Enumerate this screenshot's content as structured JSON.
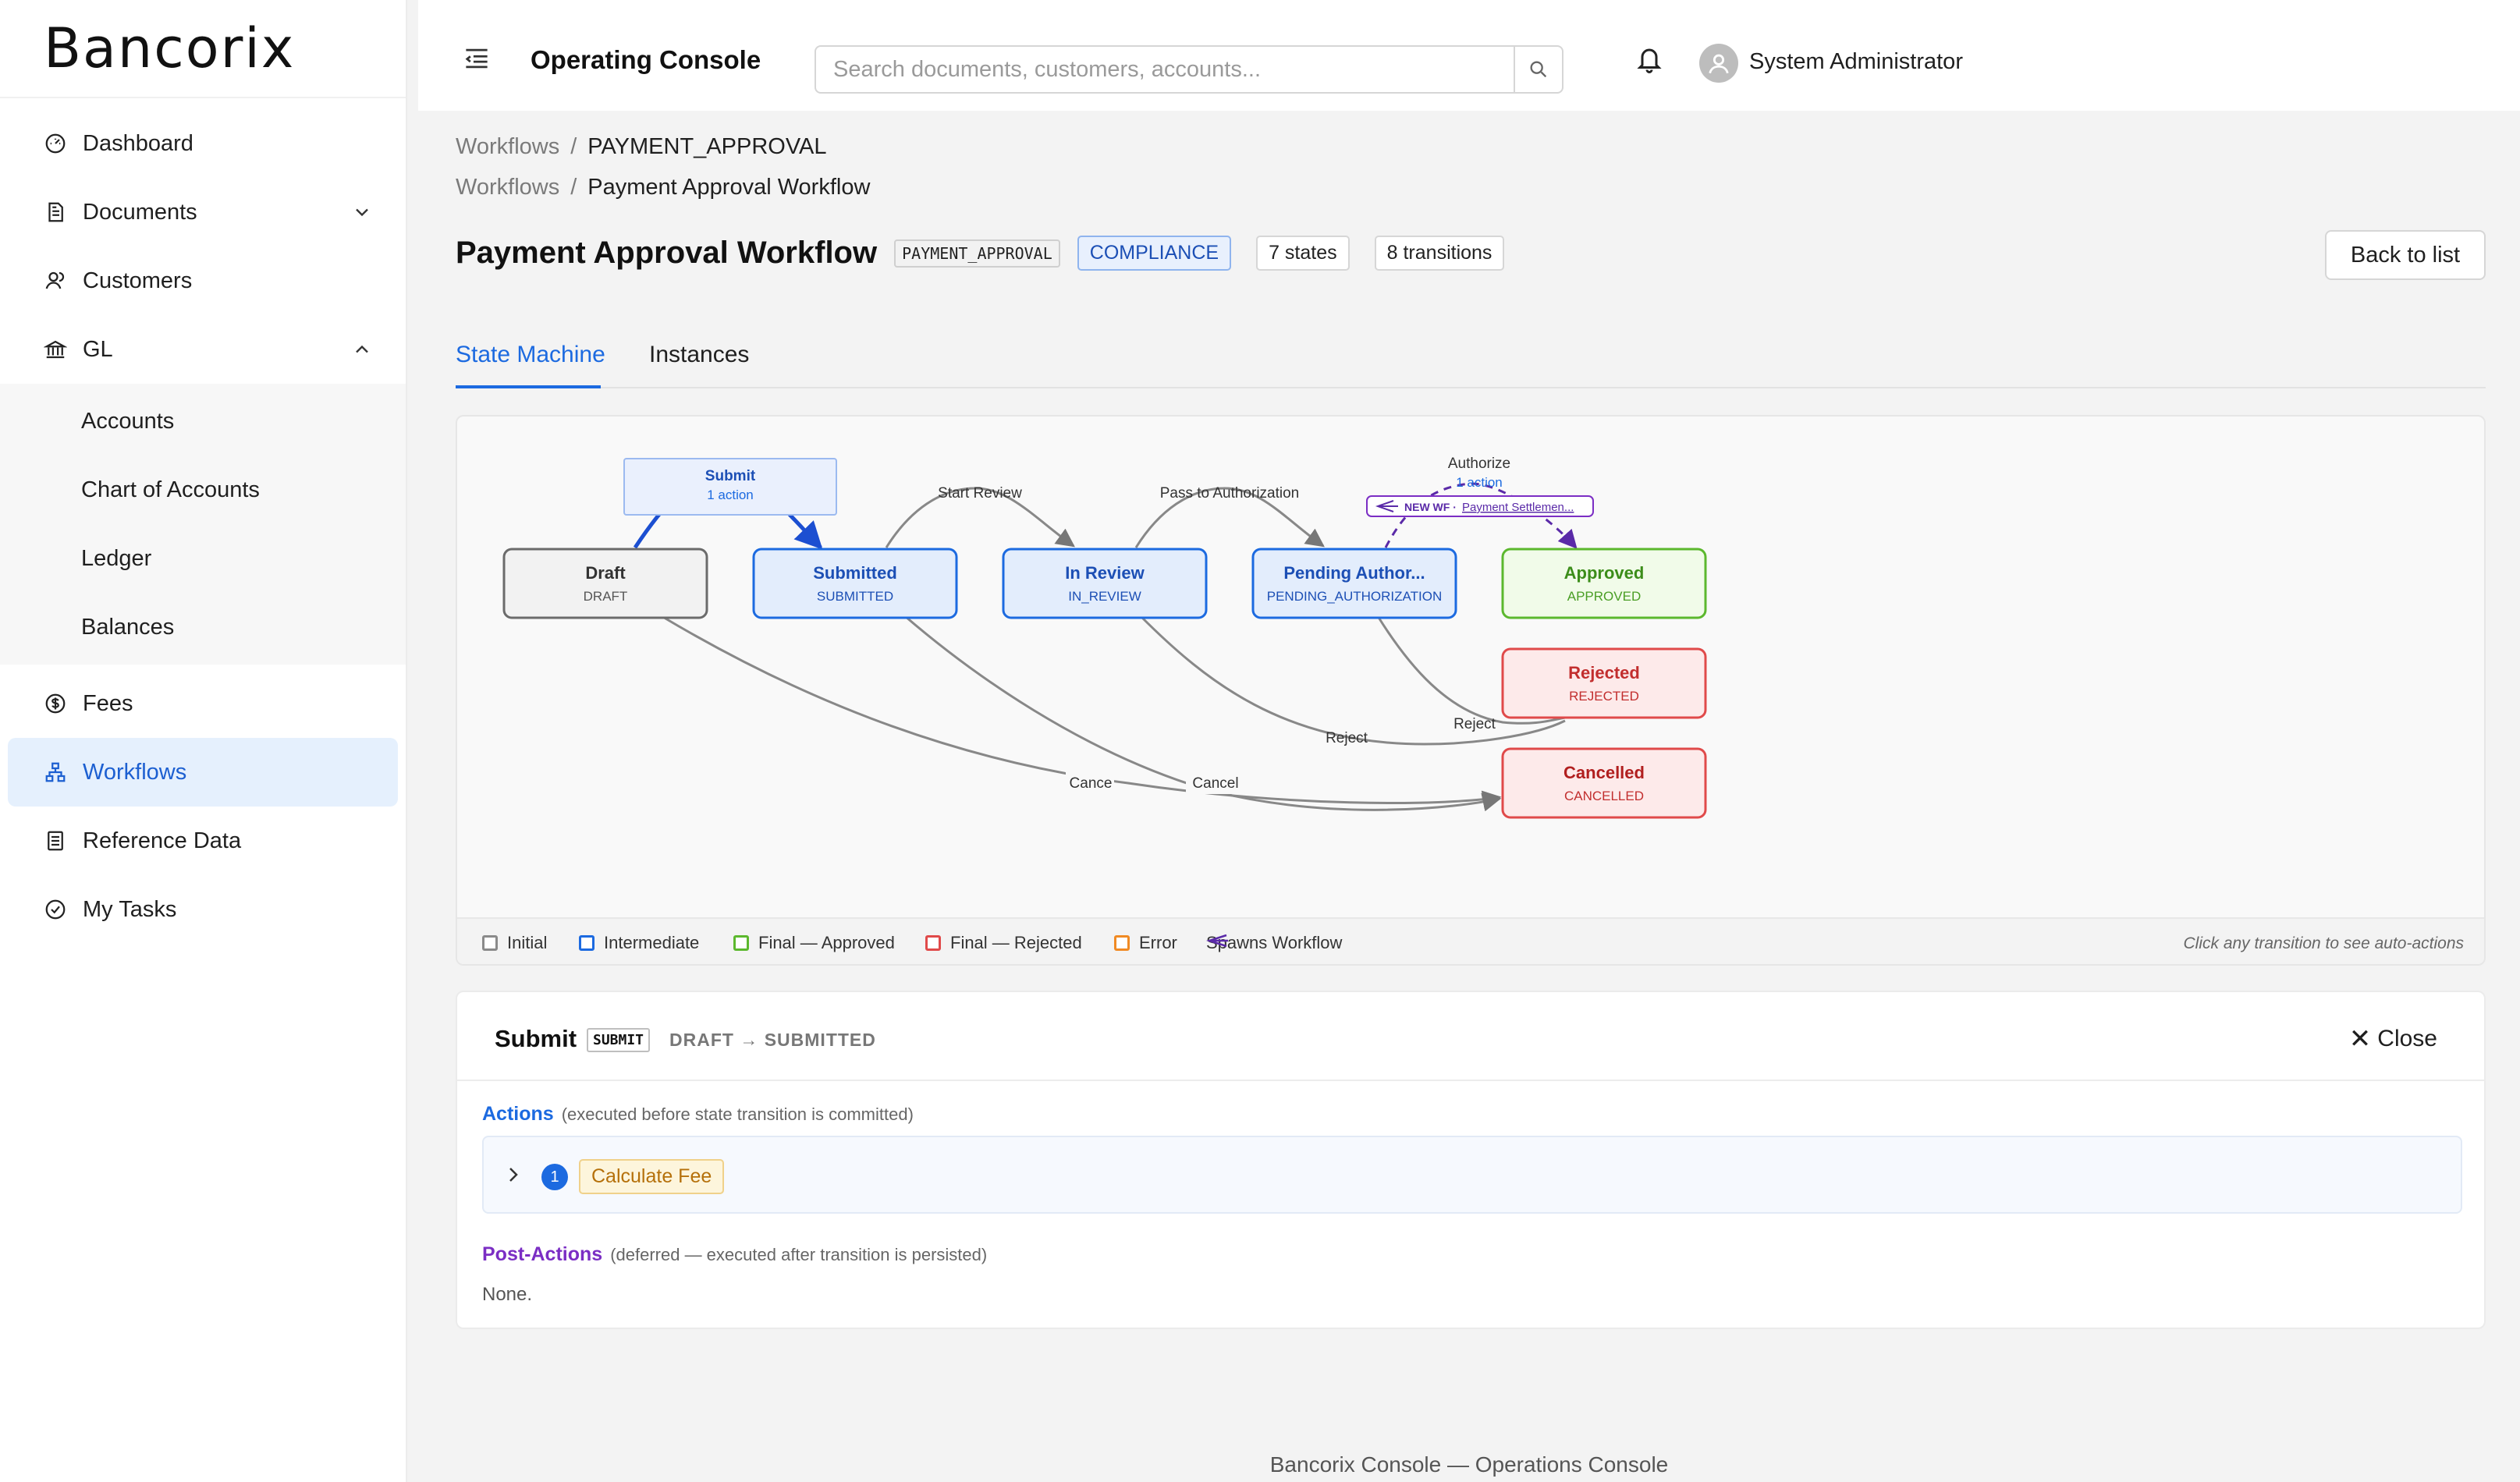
{
  "brand": "Bancorix",
  "sidebar": {
    "items": [
      {
        "label": "Dashboard"
      },
      {
        "label": "Documents"
      },
      {
        "label": "Customers"
      },
      {
        "label": "GL"
      },
      {
        "label": "Fees"
      },
      {
        "label": "Workflows"
      },
      {
        "label": "Reference Data"
      },
      {
        "label": "My Tasks"
      }
    ],
    "gl_sub": [
      "Accounts",
      "Chart of Accounts",
      "Ledger",
      "Balances"
    ]
  },
  "header": {
    "title": "Operating Console",
    "search_placeholder": "Search documents, customers, accounts...",
    "user": "System Administrator"
  },
  "breadcrumbs": [
    {
      "parent": "Workflows",
      "current": "PAYMENT_APPROVAL"
    },
    {
      "parent": "Workflows",
      "current": "Payment Approval Workflow"
    }
  ],
  "workflow": {
    "title": "Payment Approval Workflow",
    "code": "PAYMENT_APPROVAL",
    "category": "COMPLIANCE",
    "states_count": "7 states",
    "transitions_count": "8 transitions",
    "back_label": "Back to list"
  },
  "tabs": [
    "State Machine",
    "Instances"
  ],
  "diagram": {
    "states": [
      {
        "name": "Draft",
        "code": "DRAFT",
        "kind": "initial"
      },
      {
        "name": "Submitted",
        "code": "SUBMITTED",
        "kind": "intermediate"
      },
      {
        "name": "In Review",
        "code": "IN_REVIEW",
        "kind": "intermediate"
      },
      {
        "name": "Pending Author...",
        "code": "PENDING_AUTHORIZATION",
        "kind": "intermediate"
      },
      {
        "name": "Approved",
        "code": "APPROVED",
        "kind": "approved"
      },
      {
        "name": "Rejected",
        "code": "REJECTED",
        "kind": "rejected"
      },
      {
        "name": "Cancelled",
        "code": "CANCELLED",
        "kind": "cancelled"
      }
    ],
    "transitions": {
      "submit": "Submit",
      "submit_actions": "1 action",
      "start_review": "Start Review",
      "pass_auth": "Pass to Authorization",
      "authorize": "Authorize",
      "authorize_actions": "1 action",
      "spawn_prefix": "NEW WF · ",
      "spawn_link": "Payment Settlemen...",
      "reject_1": "Reject",
      "reject_2": "Reject",
      "cancel_1": "Cance",
      "cancel_2": "Cancel"
    },
    "colors": {
      "initial": "#6b6b6b",
      "intermediate": "#1c6ae0",
      "approved": "#5cb82e",
      "rejected": "#e04a4a",
      "error": "#f08a24",
      "spawn": "#7b2ec4"
    }
  },
  "legend": {
    "items": [
      "Initial",
      "Intermediate",
      "Final — Approved",
      "Final — Rejected",
      "Error",
      "Spawns Workflow"
    ],
    "hint": "Click any transition to see auto-actions"
  },
  "detail": {
    "name": "Submit",
    "code": "SUBMIT",
    "path": "DRAFT → SUBMITTED",
    "close_label": "Close",
    "actions_label": "Actions",
    "actions_note": "(executed before state transition is committed)",
    "action_index": "1",
    "action_name": "Calculate Fee",
    "post_label": "Post-Actions",
    "post_note": "(deferred — executed after transition is persisted)",
    "post_none": "None."
  },
  "footer": "Bancorix Console — Operations Console"
}
